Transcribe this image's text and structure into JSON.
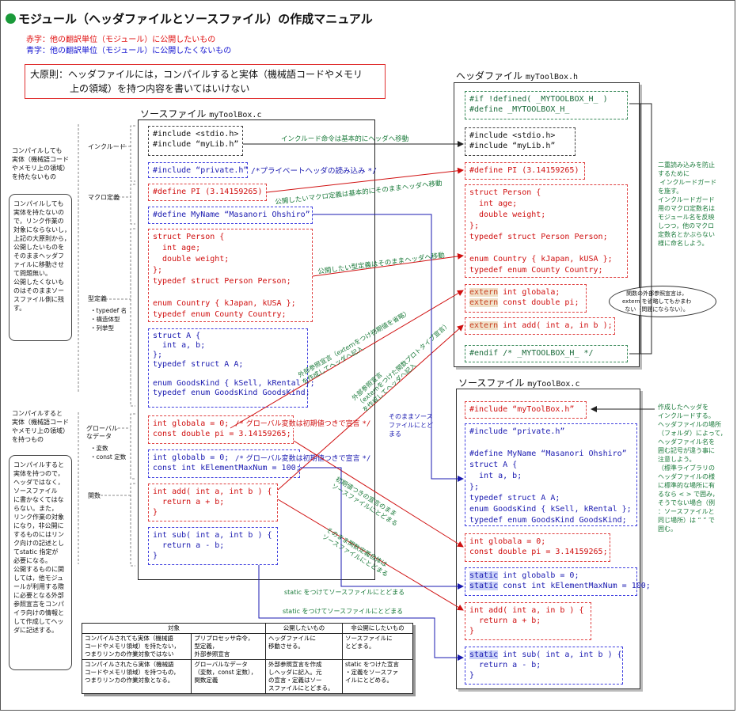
{
  "header": {
    "title": "モジュール（ヘッダファイルとソースファイル）の作成マニュアル",
    "legend_red": "赤字：他の翻訳単位（モジュール）に公開したいもの",
    "legend_blue": "青字：他の翻訳単位（モジュール）に公開したくないもの",
    "principle_1": "大原則：ヘッダファイルには，コンパイルすると実体（機械語コードやメモリ",
    "principle_2": "上の領域）を持つ内容を書いてはいけない"
  },
  "left_source": {
    "title": "ソースファイル",
    "filename": "myToolBox.c",
    "include_block": "#include <stdio.h>\n#include “myLib.h”",
    "private_include": "#include “private.h”",
    "private_comment": "/*プライベートヘッダの読み込み */",
    "define_pi": "#define PI (3.14159265)",
    "define_name": "#define MyName “Masanori Ohshiro”",
    "struct_person": "struct Person {\n  int age;\n  double weight;\n};\ntypedef struct Person Person;\n\nenum Country { kJapan, kUSA };\ntypedef enum County Country;",
    "struct_a": "struct A {\n  int a, b;\n};\ntypedef struct A A;\n\nenum GoodsKind { kSell, kRental };\ntypedef enum GoodsKind GoodsKind;",
    "globala": "int globala = 0;\nconst double pi = 3.14159265;",
    "globala_comment": "/* グローバル変数は初期値つきで宣言 */",
    "globalb": "int globalb = 0;\nconst int kElementMaxNum = 100;",
    "globalb_comment": "/* グローバル変数は初期値つきで宣言 */",
    "add_func": "int add( int a, int b ) {\n  return a + b;\n}",
    "sub_func": "int sub( int a, int b ) {\n  return a - b;\n}"
  },
  "side_labels": {
    "include": "インクルード",
    "macro": "マクロ定義",
    "typedef": "型定義",
    "typedef_items": "・typedef 名\n・構造体型\n・列挙型",
    "global_data": "グローバル\nなデータ",
    "global_items": "・変数\n・const 定数",
    "func": "関数"
  },
  "left_notes": {
    "top_heading": "コンパイルしても\n実体（機械語コード\nやメモリ上の領域）\nを持たないもの",
    "top_body": "コンパイルしても\n実体を持たないの\nで，リンク作業の\n対象にならないし，\n上記の大原則から，\n公開したいものを\nそのままヘッダフ\nァイルに移動させ\nて問題無い。\n公開したくないも\nのはそのままソー\nスファイル側に残\nす。",
    "bottom_heading": "コンパイルすると\n実体（機械語コード\nやメモリ上の領域）\nを持つもの",
    "bottom_body": "コンパイルすると\n実体を持つので，\nヘッダではなく，\nソースファイル\nに書かなくてはな\nらない。また，\nリンク作業の対象\nになり，非公開に\nするものにはリン\nク向けの記述とし\nてstatic 指定が\n必要になる。\n公開するものに関\nしては，他モジュ\nールが利用する際\nに必要となる外部\n参照宣言をコンパ\nイラ向けの情報と\nして作成してヘッ\nダに記述する。"
  },
  "header_file": {
    "title": "ヘッダファイル",
    "filename": "myToolBox.h",
    "guard_top": "#if !defined( _MYTOOLBOX_H_ )\n#define _MYTOOLBOX_H_",
    "includes": "#include <stdio.h>\n#include “myLib.h”",
    "define_pi": "#define PI (3.14159265)",
    "types": "struct Person {\n  int age;\n  double weight;\n};\ntypedef struct Person Person;\n\nenum Country { kJapan, kUSA };\ntypedef enum County Country;",
    "extern_kw": "extern",
    "extern_1": " int globala;",
    "extern_2": " const double pi;",
    "extern_3": " int add( int a, in b );",
    "guard_end": "#endif /* _MYTOOLBOX_H_ */"
  },
  "right_source": {
    "title": "ソースファイル",
    "filename": "myToolBox.c",
    "include_self": "#include “myToolBox.h”",
    "private_block": "#include “private.h”\n\n#define MyName “Masanori Ohshiro”\nstruct A {\n  int a, b;\n};\ntypedef struct A A;\nenum GoodsKind { kSell, kRental };\ntypedef enum GoodsKind GoodsKind;",
    "globala": "int globala = 0;\nconst double pi = 3.14159265;",
    "static_kw": "static",
    "static_1": " int globalb = 0;",
    "static_2": " const int kElementMaxNum = 100;",
    "add_func": "int add( int a, in b ) {\n  return a + b;\n}",
    "sub_func": " int sub( int a, int b ) {\n  return a - b;\n}"
  },
  "arrows": {
    "include_move": "インクルード命令は基本的にヘッダへ移動",
    "macro_move": "公開したいマクロ定義は基本的にそのままヘッダへ移動",
    "type_move": "公開したい型定義はそのままヘッダへ移動",
    "extern_var": "外部参照宣言（externをつけ初期値を省略）\nを作成してヘッダへ記入",
    "extern_func": "外部参照宣言\n（externをつけた関数プロトタイプ宣言）\nを作成してヘッダへ記入",
    "keep_source": "そのままソース\nファイルにとど\nまる",
    "keep_init": "初期値つきの宣言のまま\nソースファイルにとどまる",
    "keep_func": "そのまま関数定義自体は\nソースファイルにとどまる",
    "static_1": "static をつけてソースファイルにとどまる",
    "static_2": "static をつけてソースファイルにとどまる"
  },
  "right_notes": {
    "guard_note": "二重読み込みを防止\nするために\n インクルードガード\nを施す。\nインクルードガード\n用のマクロ定数名は\nモジュール名を反映\nしつつ，他のマクロ\n定数名とかぶらない\n様に命名しよう。",
    "bubble": "関数の外部参照宣言は，\nextern を省略してもかまわ\nない（問題にならない）。",
    "include_note": "作成したヘッダを\nインクルードする。\nヘッダファイルの場所\n（フォルダ）によって，\nヘッダファイル名を\n囲む記号が違う事に\n注意しよう。\n（標準ライブラリの\nヘッダファイルの様\nに標準的な場所に有\nるなら < > で囲み，\nそうでない場合（例\n：ソースファイルと\n同じ場所）は “ ” で\n囲む。"
  },
  "table": {
    "headers": [
      "対象",
      "公開したいもの",
      "非公開にしたいもの"
    ],
    "rows": [
      [
        "コンパイルされても実体（機械語\nコードやメモリ領域）を持たない，\nつまりリンカの作業対象ではない",
        "プリプロセッサ命令，\n型定義，\n外部参照宣言",
        "ヘッダファイルに\n移動させる。",
        "ソースファイルに\nとどまる。"
      ],
      [
        "コンパイルされたら実体（機械語\nコードやメモリ領域）を持つもの，\nつまりリンカの作業対象となる。",
        "グローバルなデータ\n（変数，const 定数），\n関数定義",
        "外部参照宣言を作成\nしヘッダに記入。元\nの宣言・定義はソー\nスファイルにとどまる。",
        "static をつけた宣言\n・定義をソースファ\nイルにとどめる。"
      ]
    ]
  }
}
